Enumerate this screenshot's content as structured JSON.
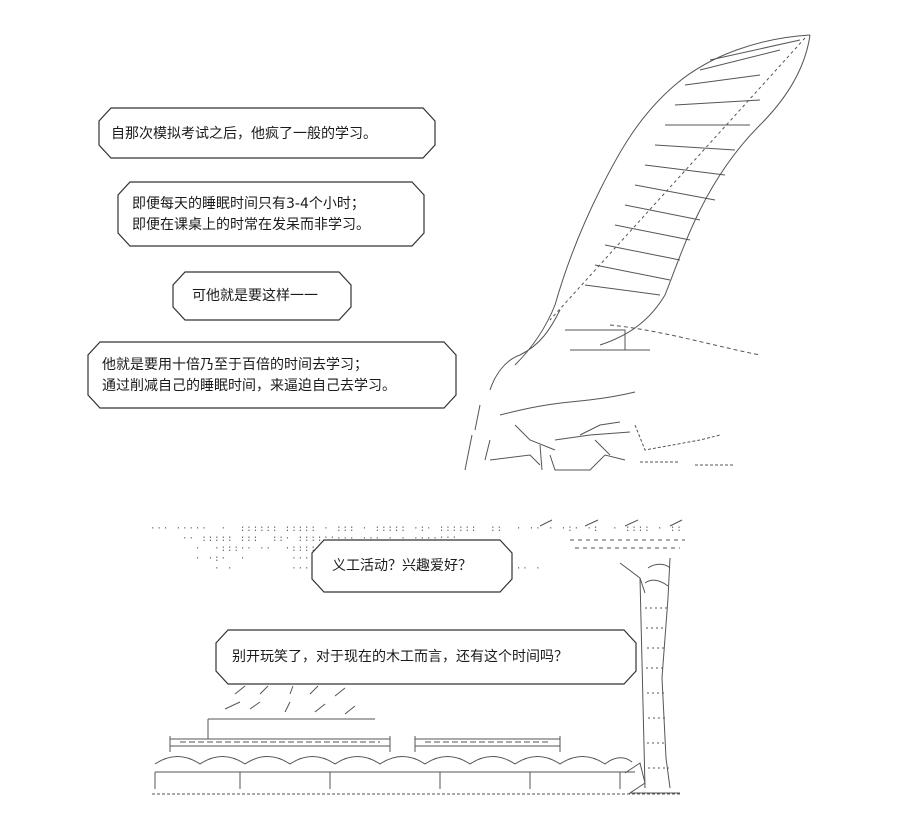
{
  "panel_top": {
    "bubbles": [
      {
        "lines": [
          "自那次模拟考试之后，他疯了一般的学习。"
        ]
      },
      {
        "lines": [
          "即便每天的睡眠时间只有3-4个小时；",
          "即便在课桌上的时常在发呆而非学习。"
        ]
      },
      {
        "lines": [
          "可他就是要这样一一"
        ]
      },
      {
        "lines": [
          "他就是要用十倍乃至于百倍的时间去学习；",
          "通过削减自己的睡眠时间，来逼迫自己去学习。"
        ]
      }
    ]
  },
  "panel_bottom": {
    "bubbles": [
      {
        "lines": [
          "义工活动？兴趣爱好？"
        ]
      },
      {
        "lines": [
          "别开玩笑了，对于现在的木工而言，还有这个时间吗？"
        ]
      }
    ]
  }
}
